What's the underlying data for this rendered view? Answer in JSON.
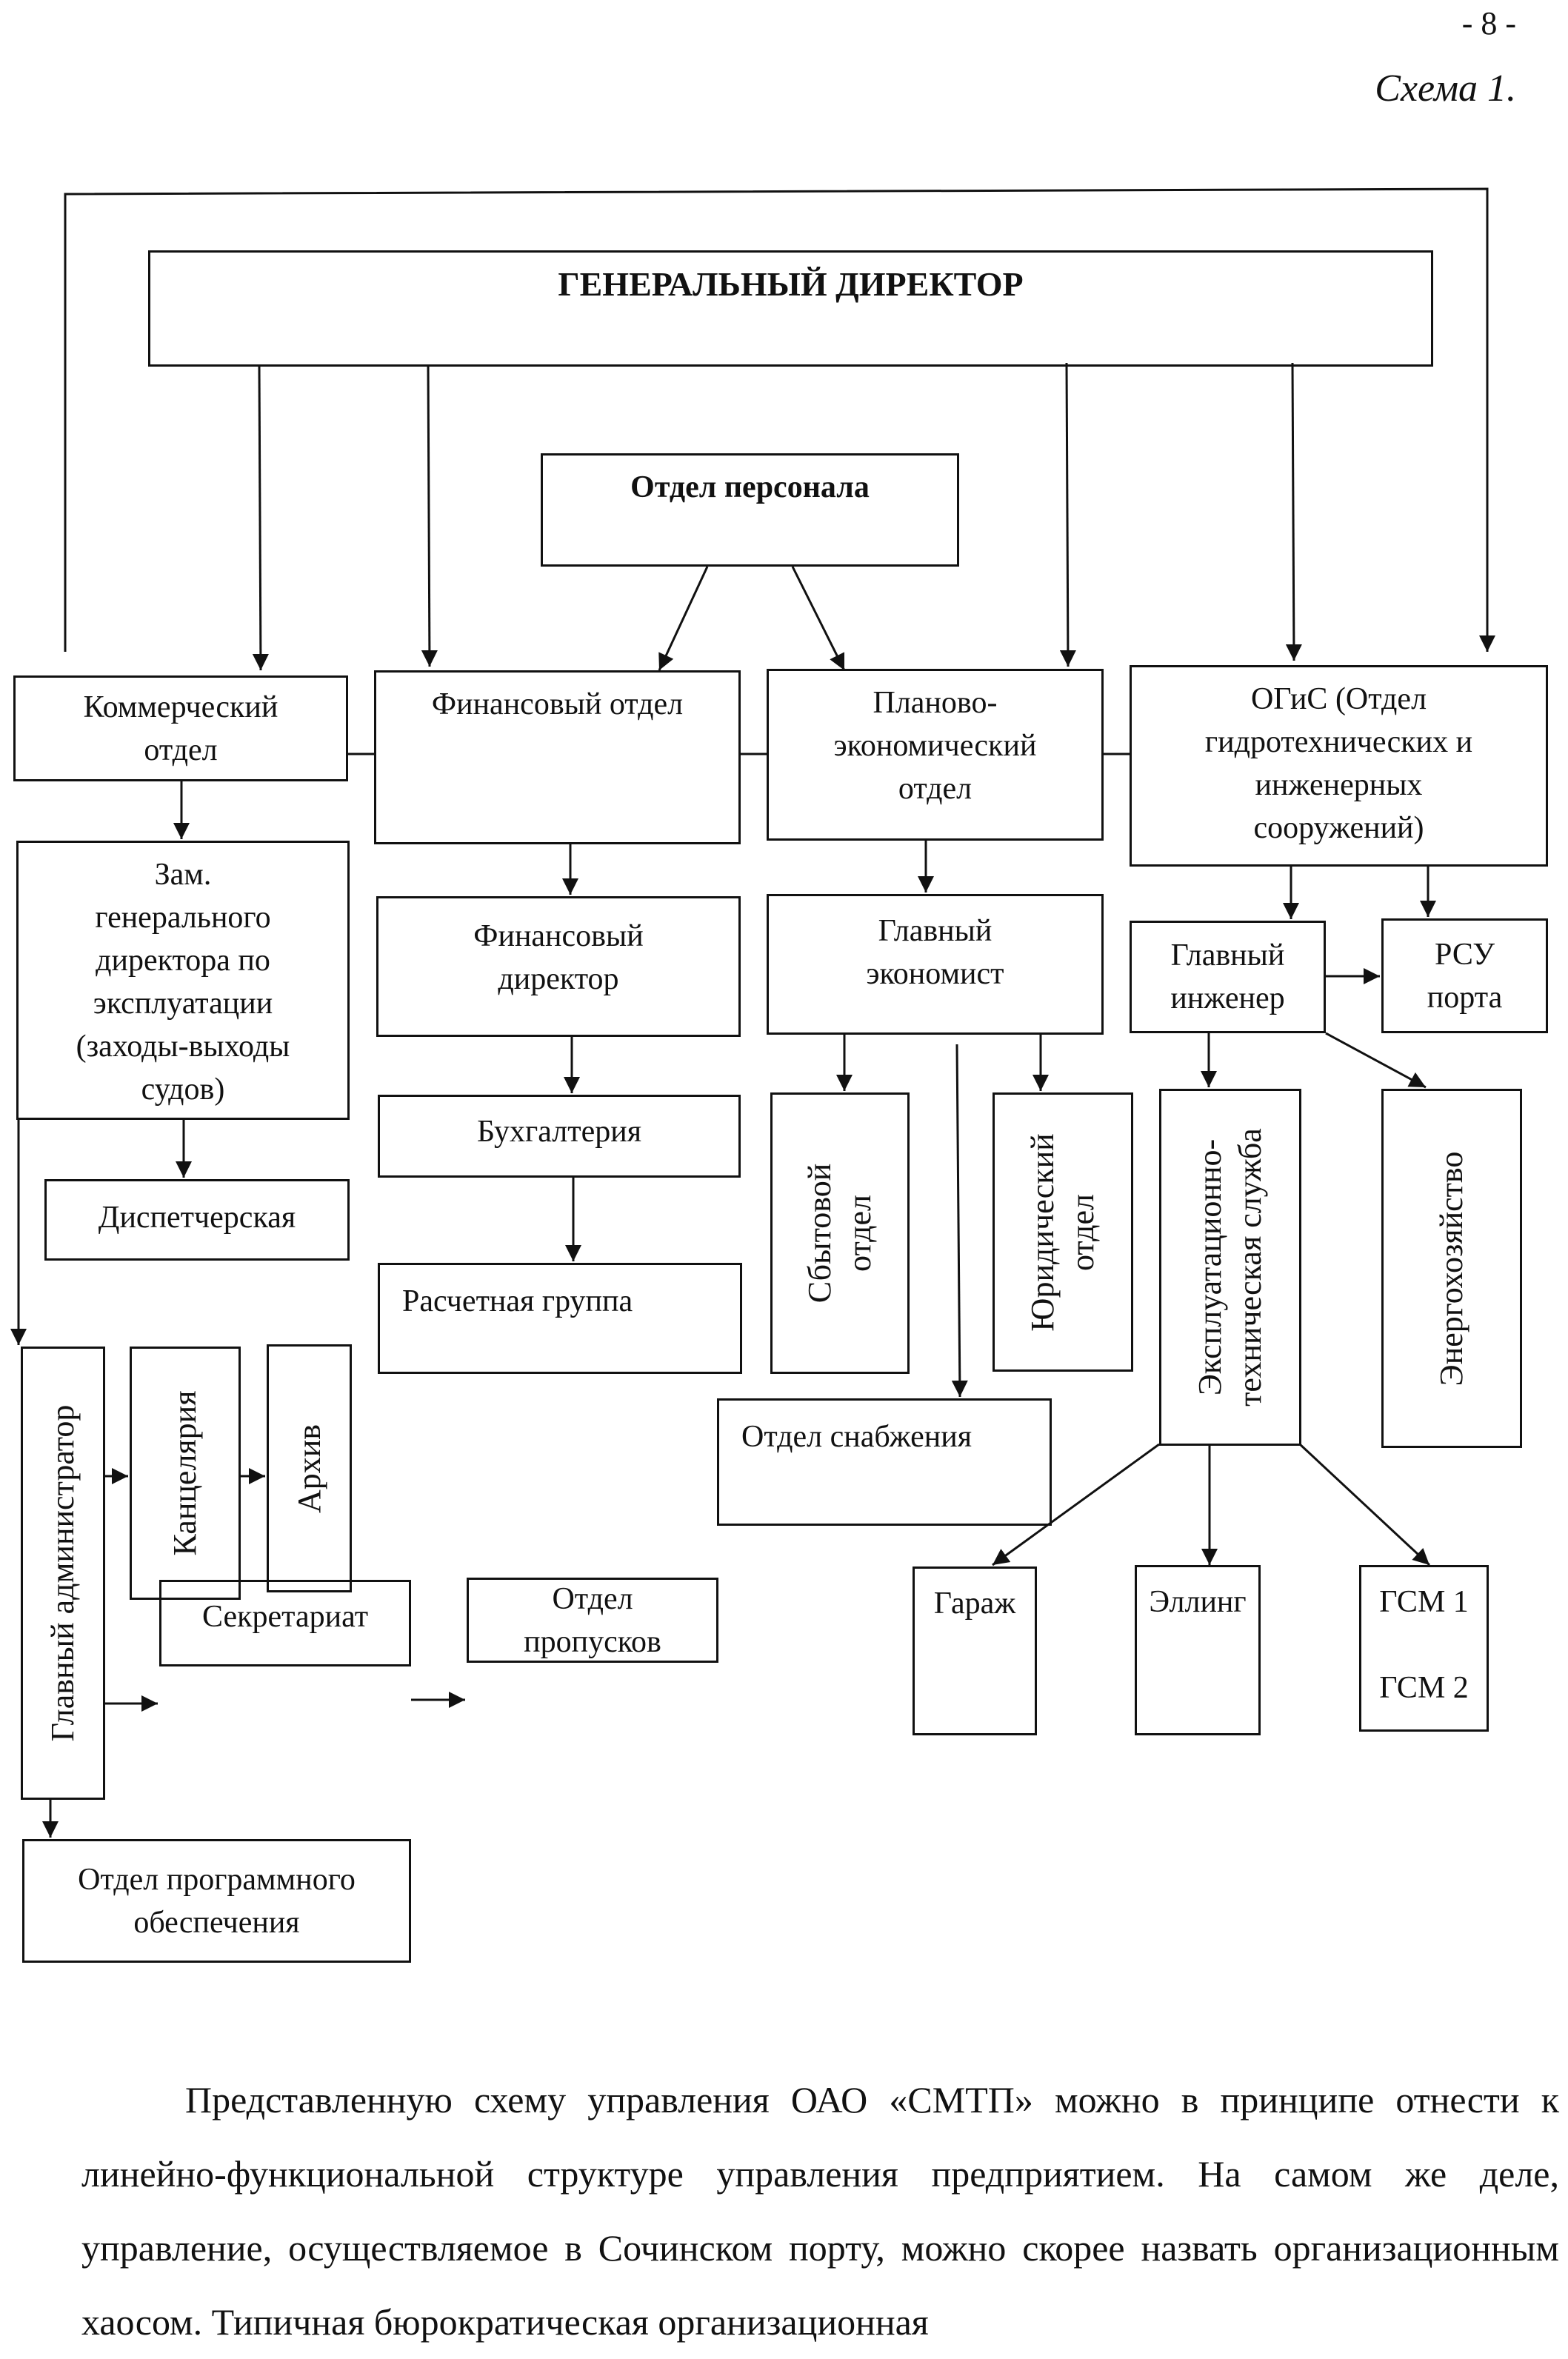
{
  "header": {
    "page_number": "- 8 -",
    "schema_label": "Схема 1."
  },
  "diagram": {
    "general_director": "ГЕНЕРАЛЬНЫЙ ДИРЕКТОР",
    "personnel_dept": "Отдел персонала",
    "commercial_dept": "Коммерческий\nотдел",
    "finance_dept": "Финансовый отдел",
    "planning_econ_dept": "Планово-\nэкономический\nотдел",
    "ogis_dept": "ОГиС (Отдел\nгидротехнических и\nинженерных\nсооружений)",
    "deputy_director_ops": "Зам.\nгенерального\nдиректора по\nэксплуатации\n(заходы-выходы\nсудов)",
    "dispatch": "Диспетчерская",
    "finance_director": "Финансовый\nдиректор",
    "accounting": "Бухгалтерия",
    "settlement_group": "Расчетная группа",
    "chief_economist": "Главный\nэкономист",
    "sales_dept": "Сбытовой\nотдел",
    "legal_dept": "Юридический\nотдел",
    "supply_dept": "Отдел снабжения",
    "chief_engineer": "Главный\nинженер",
    "rsu_port": "РСУ\nпорта",
    "operations_tech_service": "Эксплуатационно-\nтехническая служба",
    "energy_facilities": "Энергохозяйство",
    "garage": "Гараж",
    "boathouse": "Эллинг",
    "fuel_lubricants": "ГСМ 1\n\nГСМ 2",
    "chief_administrator": "Главный администратор",
    "chancellery": "Канцелярия",
    "archive": "Архив",
    "secretariat": "Секретариат",
    "pass_office": "Отдел\nпропусков",
    "software_dept": "Отдел программного\nобеспечения"
  },
  "body_text": "Представленную схему управления ОАО «СМТП» можно в принципе отнести к линейно-функциональной структуре управления предприятием. На самом же деле, управление, осуществляемое в Сочинском порту, можно скорее назвать организационным хаосом. Типичная бюрократическая организационная"
}
